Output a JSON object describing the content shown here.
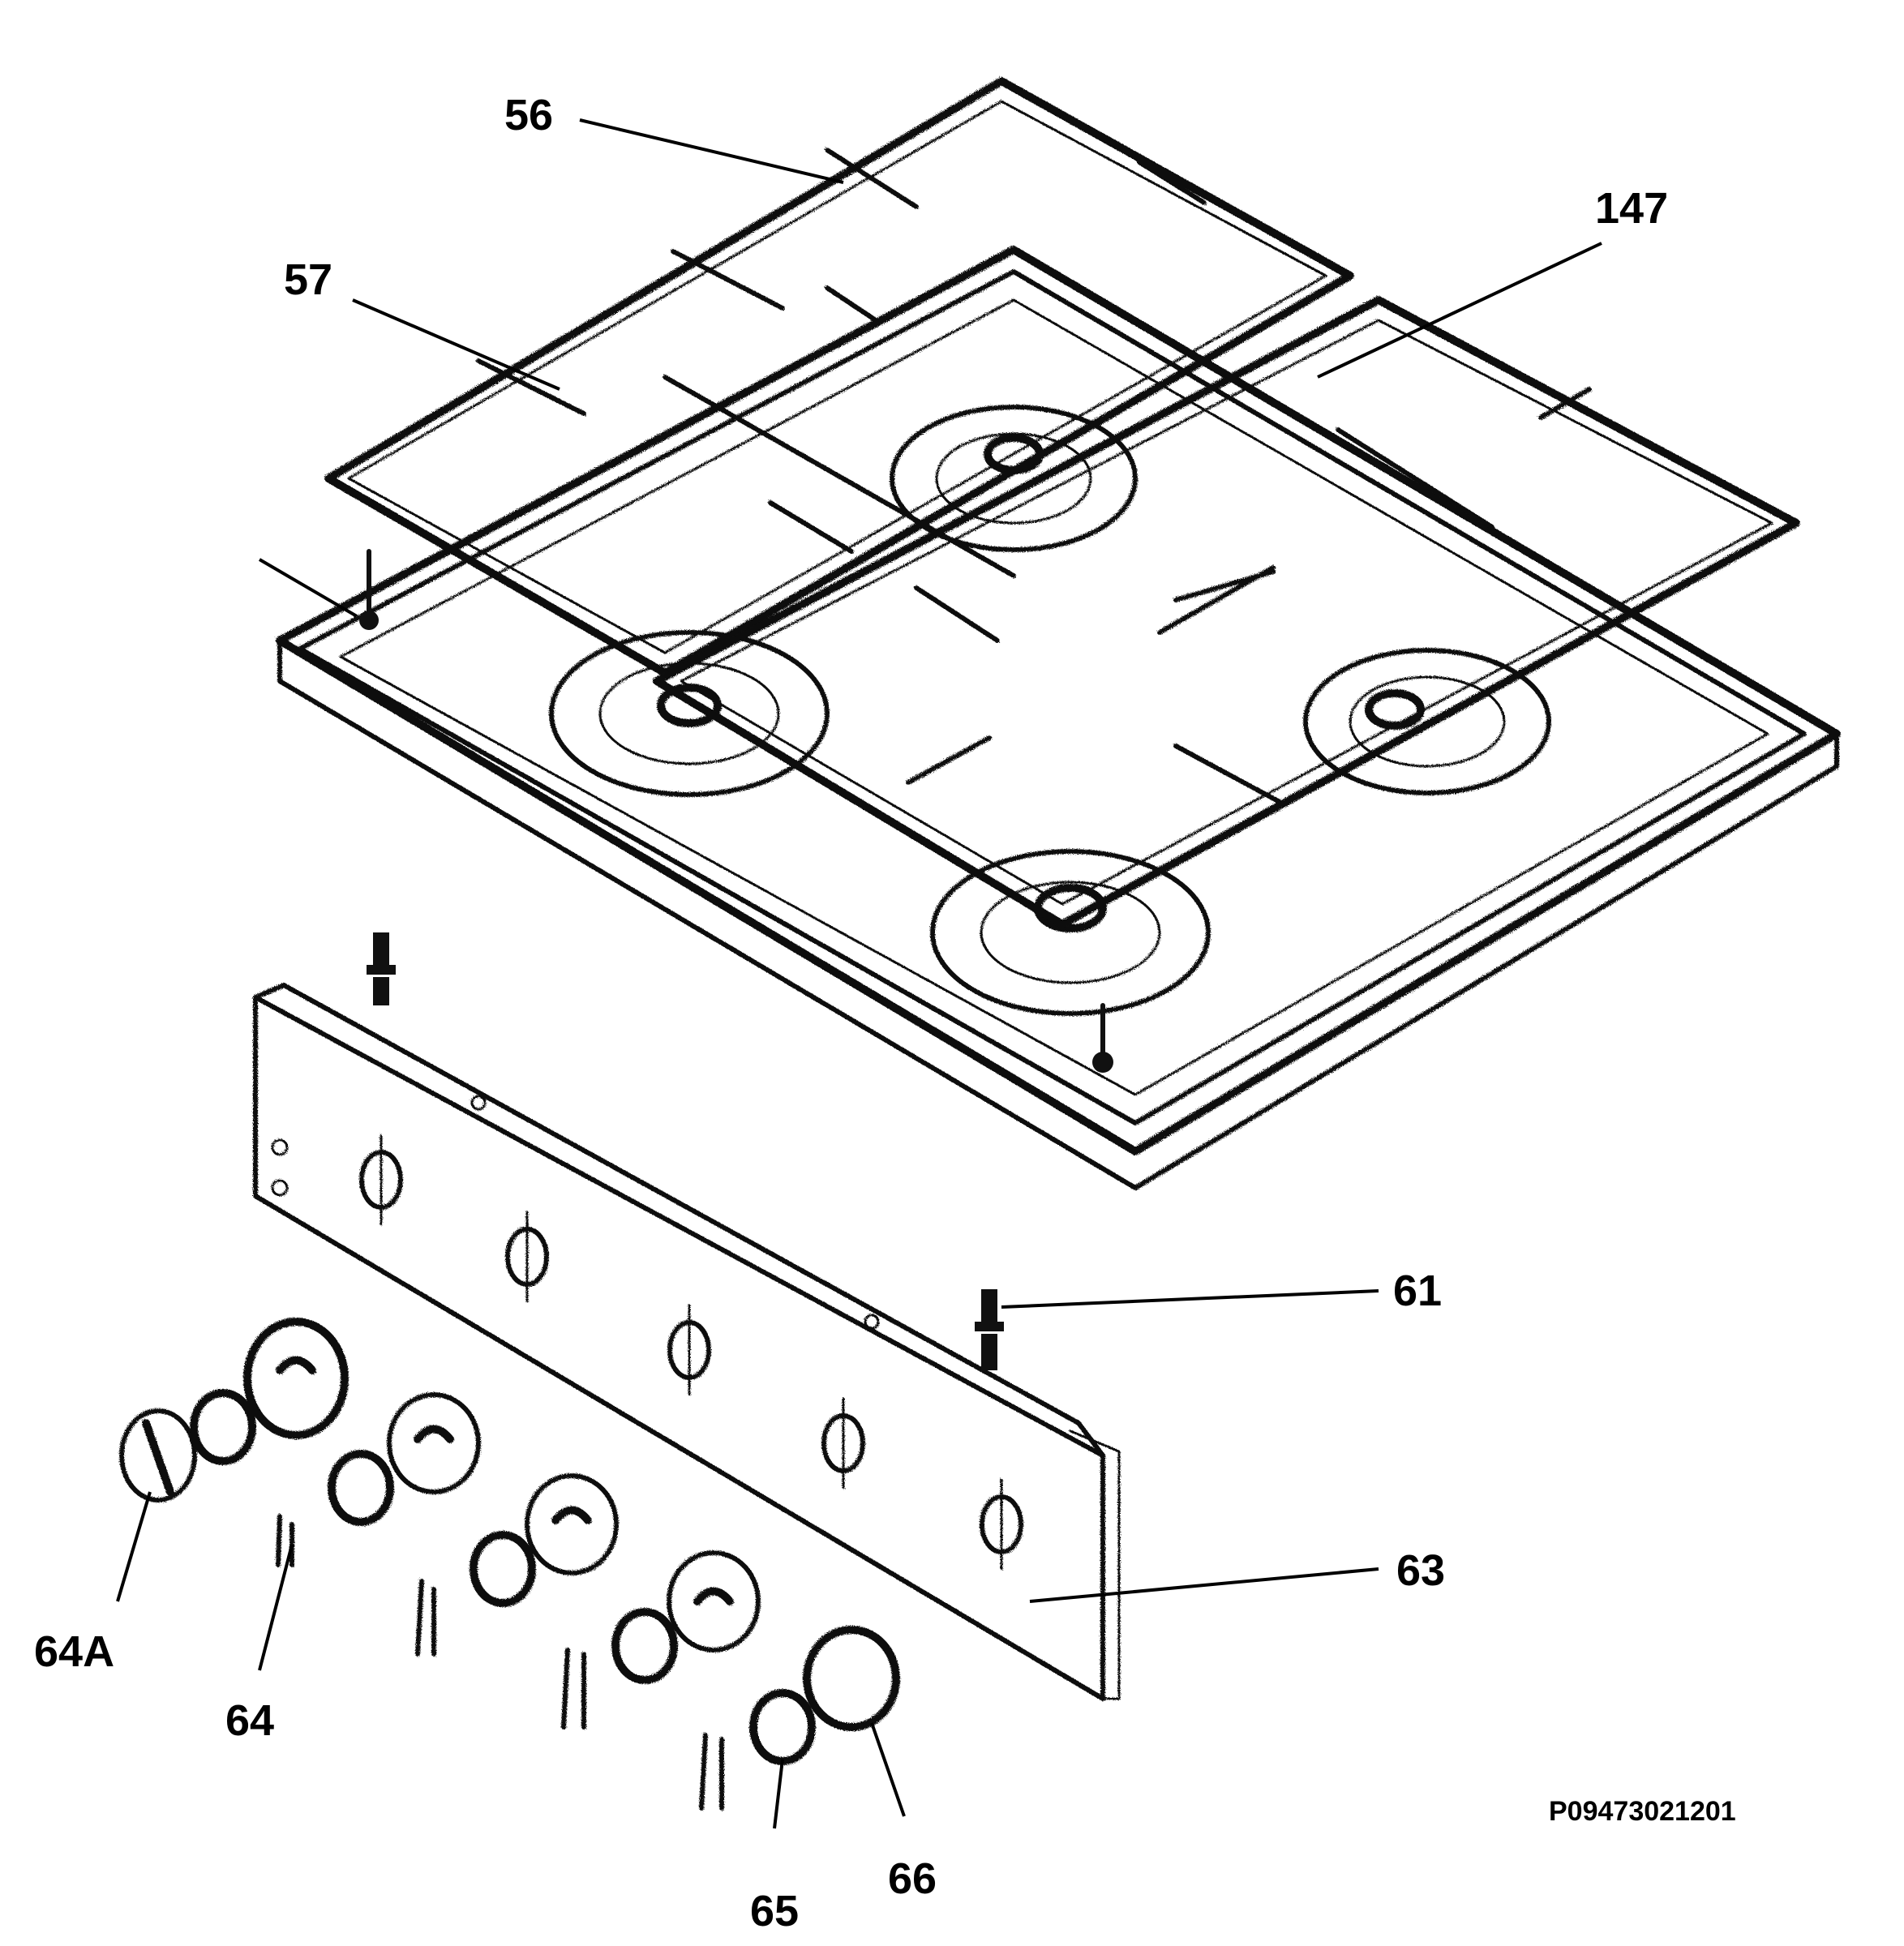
{
  "callouts": {
    "c56": "56",
    "c57": "57",
    "c147": "147",
    "c61": "61",
    "c63": "63",
    "c64a": "64A",
    "c64": "64",
    "c65": "65",
    "c66": "66"
  },
  "reference_code": "P09473021201",
  "colors": {
    "ink": "#111111",
    "background": "#ffffff"
  }
}
